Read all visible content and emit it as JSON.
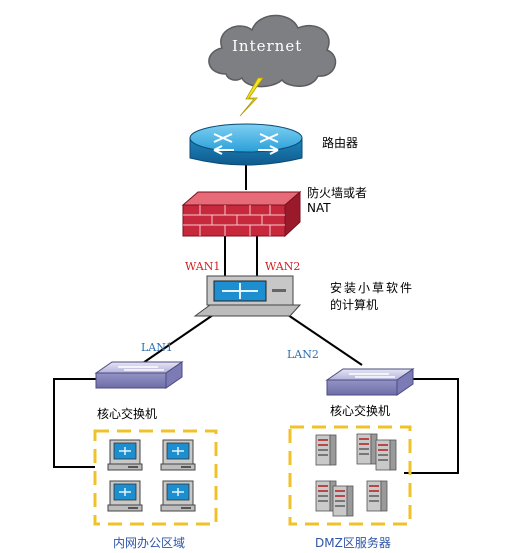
{
  "internet": "Internet",
  "router_label": "路由器",
  "firewall_label_line1": "防火墙或者",
  "firewall_label_line2": "NAT",
  "wan1": "WAN1",
  "wan2": "WAN2",
  "computer_label_line1": "安装小草软件",
  "computer_label_line2": "的计算机",
  "lan1": "LAN1",
  "lan2": "LAN2",
  "left_switch_label": "核心交换机",
  "right_switch_label": "核心交换机",
  "left_zone_label": "内网办公区域",
  "right_zone_label": "DMZ区服务器",
  "colors": {
    "cloud": "#7d7f82",
    "router": "#2a9fd8",
    "firewall": "#c8283c",
    "switch": "#a9a8d6",
    "zone_border": "#f0c22a",
    "link": "#000000",
    "lightning": "#f5e21c"
  }
}
